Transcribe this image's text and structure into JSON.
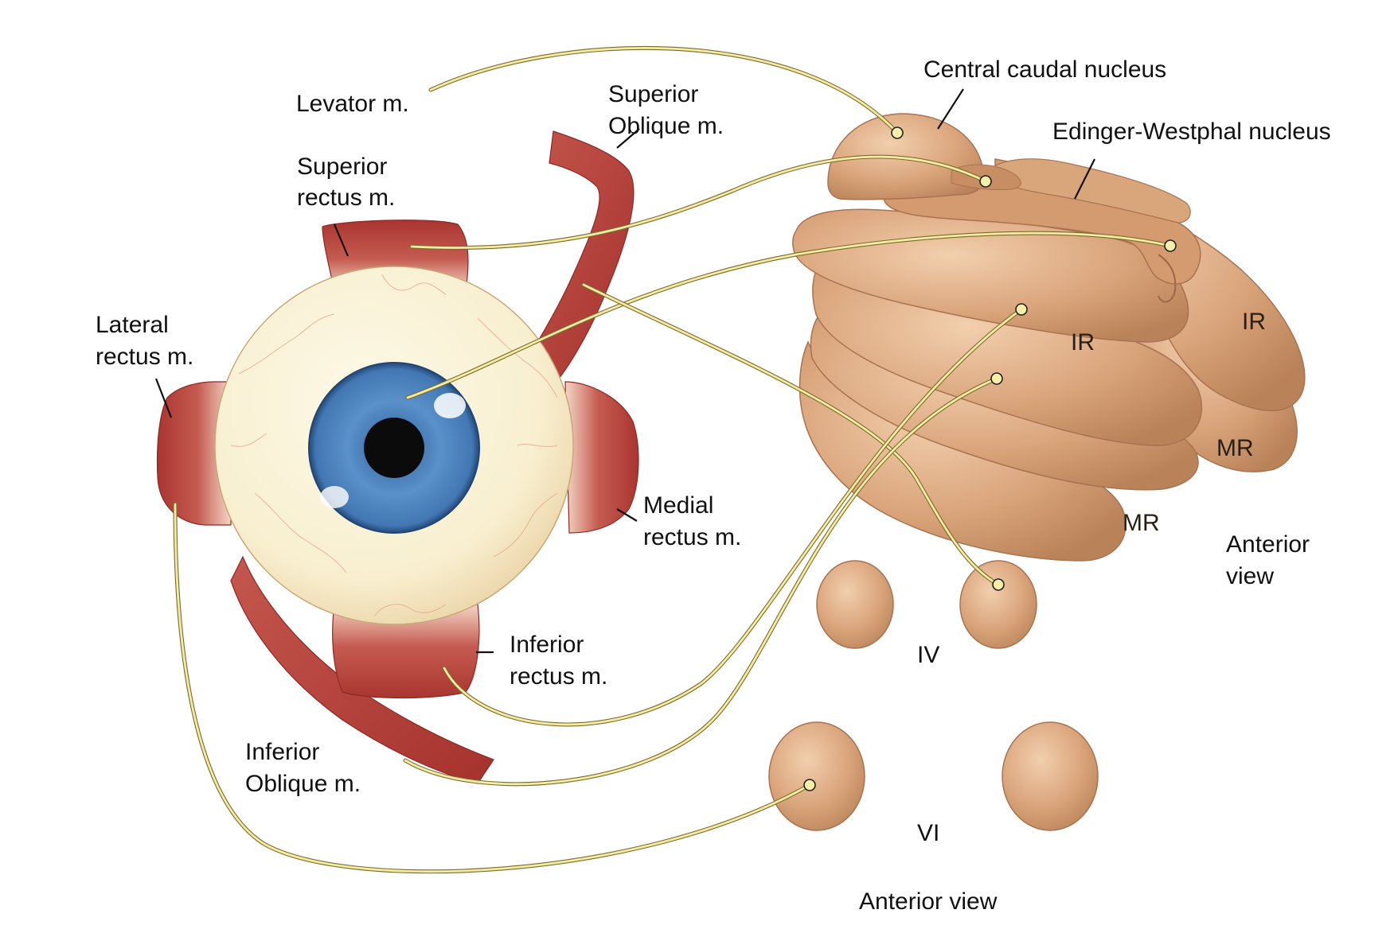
{
  "labels": {
    "levator": "Levator m.",
    "superior_oblique_1": "Superior",
    "superior_oblique_2": "Oblique m.",
    "superior_rectus_1": "Superior",
    "superior_rectus_2": "rectus m.",
    "lateral_rectus_1": "Lateral",
    "lateral_rectus_2": "rectus m.",
    "medial_rectus_1": "Medial",
    "medial_rectus_2": "rectus m.",
    "inferior_rectus_1": "Inferior",
    "inferior_rectus_2": "rectus m.",
    "inferior_oblique_1": "Inferior",
    "inferior_oblique_2": "Oblique m.",
    "central_caudal": "Central caudal nucleus",
    "edinger_westphal": "Edinger-Westphal nucleus",
    "ir_left": "IR",
    "ir_right": "IR",
    "mr_left": "MR",
    "mr_right": "MR",
    "anterior_view_1a": "Anterior",
    "anterior_view_1b": "view",
    "nucleus_iv": "IV",
    "nucleus_vi": "VI",
    "anterior_view_2": "Anterior view"
  },
  "colors": {
    "muscle": "#b5413a",
    "sclera": "#f8f3dc",
    "iris": "#4f86bf",
    "nucleus": "#d8a27a",
    "nerve": "#f4eba5"
  }
}
